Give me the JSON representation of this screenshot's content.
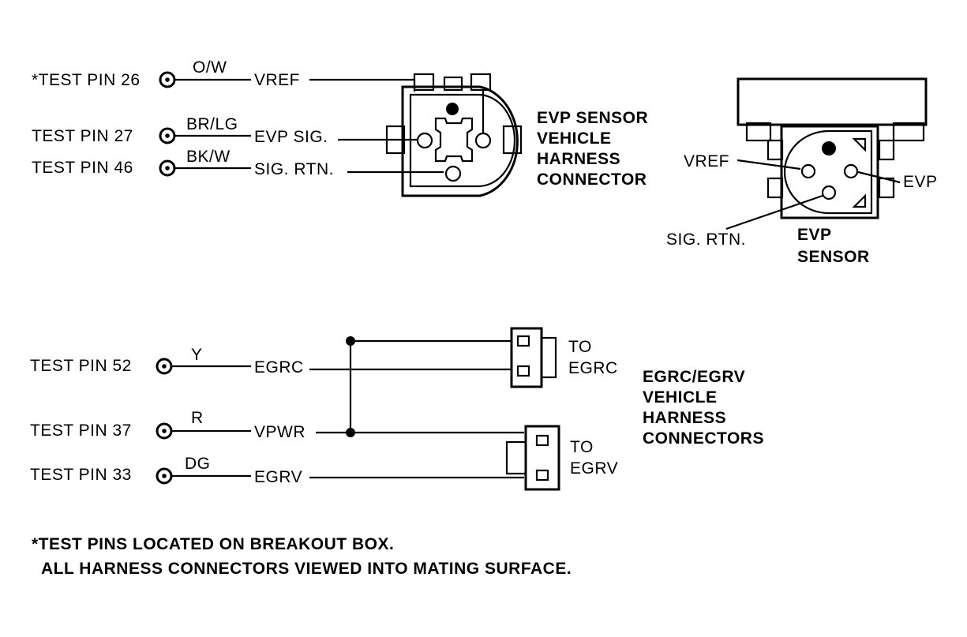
{
  "top": {
    "pins": [
      {
        "label": "*TEST PIN 26",
        "wire": "O/W",
        "signal": "VREF"
      },
      {
        "label": "TEST PIN 27",
        "wire": "BR/LG",
        "signal": "EVP SIG."
      },
      {
        "label": "TEST PIN 46",
        "wire": "BK/W",
        "signal": "SIG. RTN."
      }
    ],
    "connector_label": [
      "EVP SENSOR",
      "VEHICLE",
      "HARNESS",
      "CONNECTOR"
    ],
    "sensor": {
      "vref": "VREF",
      "evp": "EVP",
      "sig_rtn": "SIG. RTN.",
      "title": [
        "EVP",
        "SENSOR"
      ]
    }
  },
  "bottom": {
    "pins": [
      {
        "label": "TEST PIN 52",
        "wire": "Y",
        "signal": "EGRC"
      },
      {
        "label": "TEST PIN 37",
        "wire": "R",
        "signal": "VPWR"
      },
      {
        "label": "TEST PIN 33",
        "wire": "DG",
        "signal": "EGRV"
      }
    ],
    "to_egrc": [
      "TO",
      "EGRC"
    ],
    "to_egrv": [
      "TO",
      "EGRV"
    ],
    "connectors_label": [
      "EGRC/EGRV",
      "VEHICLE",
      "HARNESS",
      "CONNECTORS"
    ]
  },
  "footnote": {
    "line1": "*TEST PINS LOCATED ON BREAKOUT BOX.",
    "line2": "ALL HARNESS CONNECTORS VIEWED INTO MATING SURFACE."
  }
}
